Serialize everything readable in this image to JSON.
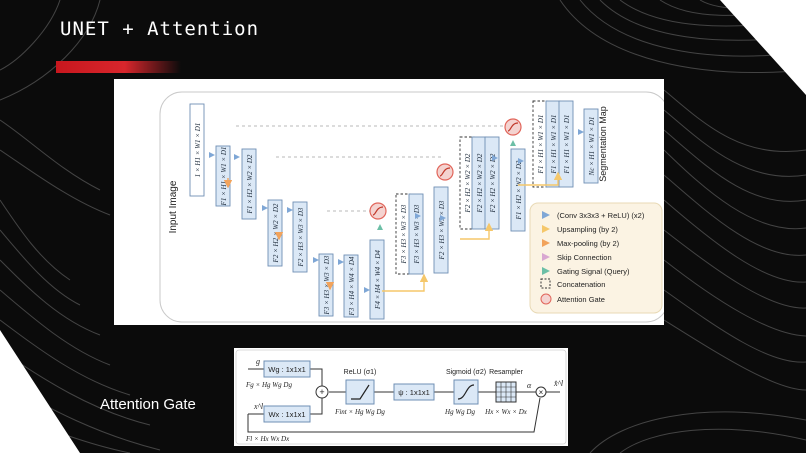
{
  "slide": {
    "title": "UNET + Attention",
    "attention_gate_label": "Attention Gate"
  },
  "colors": {
    "background": "#0b0b0b",
    "accent": "#d8262c",
    "block_fill": "#dbe8f6",
    "block_stroke": "#6f8fb4",
    "legend_fill": "#fbf3e3",
    "arrow_conv": "#7fa7d6",
    "arrow_up": "#f5c76a",
    "arrow_pool": "#f2a35b",
    "arrow_skip": "#d9a7d1",
    "arrow_gate": "#6cbfa6",
    "attention_gate": "#e1655a"
  },
  "unet": {
    "input_label": "Input Image",
    "output_label": "Segmentation Map",
    "blocks": {
      "input": "1 × H1 × W1 × D1",
      "e1a": "F1 × H1 × W1 × D1",
      "e2a": "F1 × H2 × W2 × D2",
      "e2b": "F2 × H2 × W2 × D2",
      "e3a": "F2 × H3 × W3 × D3",
      "e3b": "F3 × H3 × W3 × D3",
      "e4a": "F3 × H4 × W4 × D4",
      "e4b": "F4 × H4 × W4 × D4",
      "c3": "F3 × H3 × W3 × D3",
      "d3a": "F3 × H3 × W3 × D3",
      "d3b": "F2 × H3 × W3 × D3",
      "c2": "F2 × H2 × W2 × D2",
      "d2a": "F2 × H2 × W2 × D2",
      "d2b": "F2 × H2 × W2 × D2",
      "d2c": "F1 × H2 × W2 × D2",
      "c1": "F1 × H1 × W1 × D1",
      "d1a": "F1 × H1 × W1 × D1",
      "d1b": "F1 × H1 × W1 × D1",
      "out": "Nc × H1 × W1 × D1"
    },
    "legend": [
      {
        "icon": "conv-arrow-icon",
        "text": "(Conv 3x3x3 + ReLU) (x2)"
      },
      {
        "icon": "upsampling-arrow-icon",
        "text": "Upsampling (by 2)"
      },
      {
        "icon": "max-pooling-arrow-icon",
        "text": "Max-pooling (by 2)"
      },
      {
        "icon": "skip-connection-arrow-icon",
        "text": "Skip Connection"
      },
      {
        "icon": "gating-signal-arrow-icon",
        "text": "Gating Signal (Query)"
      },
      {
        "icon": "concatenation-box-icon",
        "text": "Concatenation"
      },
      {
        "icon": "attention-gate-icon",
        "text": "Attention Gate"
      }
    ]
  },
  "attention_gate": {
    "g_label": "g",
    "x_label": "x^l",
    "wg": "Wg : 1x1x1",
    "wx": "Wx : 1x1x1",
    "g_dims": "Fg × Hg Wg Dg",
    "x_dims": "Fl × Hx Wx Dx",
    "relu": "ReLU (σ1)",
    "int_dims": "Fint × Hg Wg Dg",
    "psi": "ψ : 1x1x1",
    "psi_dims": "Hg Wg Dg",
    "sigmoid": "Sigmoid (σ2)",
    "resampler": "Resampler",
    "res_dims": "Hx × Wx × Dx",
    "alpha": "α",
    "out_label": "x̂^l"
  }
}
